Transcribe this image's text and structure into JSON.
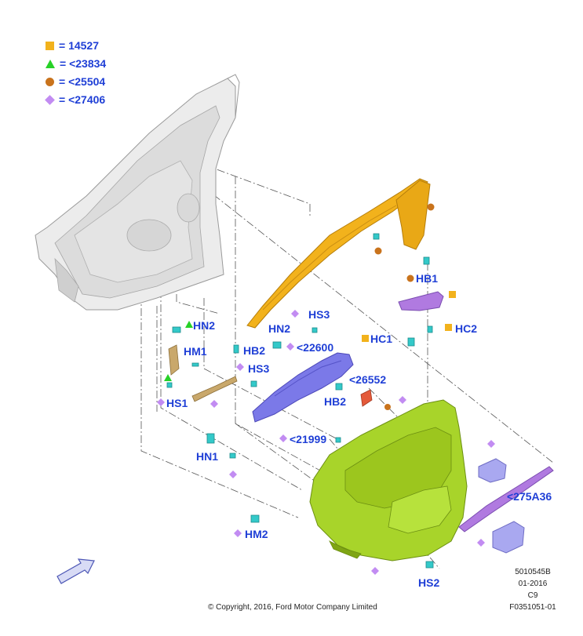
{
  "legend": [
    {
      "symbol": "square",
      "text": "= 14527",
      "color": "#f2b21c"
    },
    {
      "symbol": "triangle",
      "text": "= <23834",
      "color": "#27d127"
    },
    {
      "symbol": "circle",
      "text": "= <25504",
      "color": "#c9731c"
    },
    {
      "symbol": "diamond",
      "text": "= <27406",
      "color": "#c28cf2"
    }
  ],
  "callouts": {
    "hn2_a": "HN2",
    "hm1": "HM1",
    "hb2_a": "HB2",
    "hs3_a": "HS3",
    "hs1": "HS1",
    "hn2_b": "HN2",
    "hs3_b": "HS3",
    "p22600": "<22600",
    "p26552": "<26552",
    "hb2_b": "HB2",
    "hc1": "HC1",
    "hc2": "HC2",
    "hb1": "HB1",
    "p21999": "<21999",
    "hn1": "HN1",
    "hm2": "HM2",
    "hs2": "HS2",
    "p275a36": "<275A36"
  },
  "reference": {
    "part_number": "5010545B",
    "date": "01-2016",
    "revision": "C9",
    "figure_id": "F0351051-01"
  },
  "copyright": "© Copyright, 2016, Ford Motor Company Limited",
  "colors": {
    "label_blue": "#1f3fd6",
    "door_frame_yellow": "#f2b21c",
    "trim_panel_green": "#a8d42a",
    "reinforcement_purple": "#7b79e8",
    "connector_teal": "#33c9c9",
    "inner_bracket_tan": "#c9a86b",
    "sheet_metal_gray": "#e8e8e8"
  },
  "icons": [
    "front-direction-arrow-icon"
  ]
}
